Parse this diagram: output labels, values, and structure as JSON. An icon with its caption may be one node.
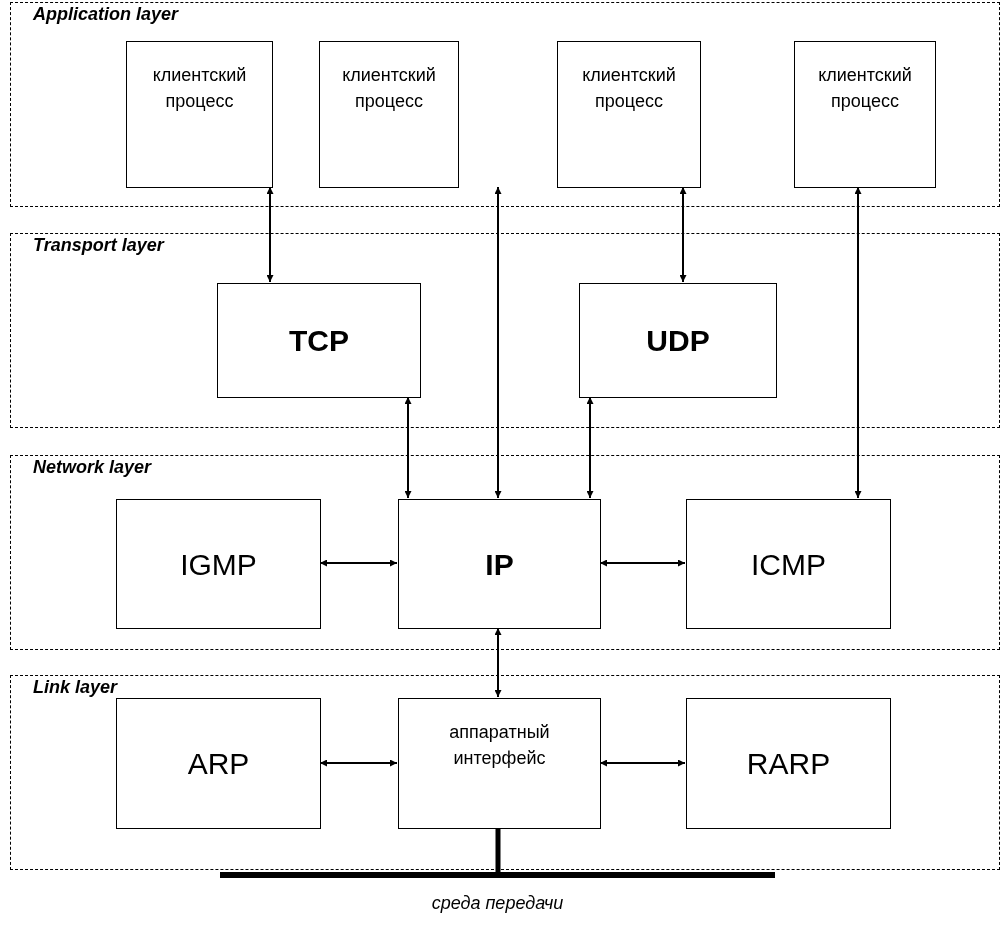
{
  "diagram": {
    "nodes": [
      {
        "text": [
          "Application layer"
        ]
      },
      {
        "text": [
          "клиентский процесс"
        ],
        "in": 0
      },
      {
        "text": [
          "клиентский процесс"
        ],
        "in": 0
      },
      {
        "text": [
          "клиентский процесс"
        ],
        "in": 0
      },
      {
        "text": [
          "клиентский процесс"
        ],
        "in": 0
      },
      {
        "text": [
          "Transport layer"
        ]
      },
      {
        "text": [
          "TCP"
        ],
        "in": 5
      },
      {
        "text": [
          "UDP"
        ],
        "in": 5
      },
      {
        "text": [
          "Network layer"
        ]
      },
      {
        "text": [
          "IGMP"
        ],
        "in": 8
      },
      {
        "text": [
          "IP"
        ],
        "in": 8
      },
      {
        "text": [
          "ICMP"
        ],
        "in": 8
      },
      {
        "text": [
          "Link layer"
        ]
      },
      {
        "text": [
          "ARP"
        ],
        "in": 12
      },
      {
        "text": [
          "аппаратный интерфейс"
        ],
        "in": 12
      },
      {
        "text": [
          "RARP"
        ],
        "in": 12
      },
      {
        "text": [],
        "shape": "bar",
        "beside": [
          "среда передачи"
        ]
      }
    ],
    "edges": [
      {
        "from": 1,
        "to": 6,
        "arrow": "both"
      },
      {
        "from": 2,
        "to": 10,
        "arrow": "both"
      },
      {
        "from": 3,
        "to": 7,
        "arrow": "both"
      },
      {
        "from": 4,
        "to": 11,
        "arrow": "both"
      },
      {
        "from": 6,
        "to": 10,
        "arrow": "both"
      },
      {
        "from": 7,
        "to": 10,
        "arrow": "both"
      },
      {
        "from": 9,
        "to": 10,
        "arrow": "both"
      },
      {
        "from": 10,
        "to": 11,
        "arrow": "both"
      },
      {
        "from": 10,
        "to": 14,
        "arrow": "both"
      },
      {
        "from": 13,
        "to": 14,
        "arrow": "both"
      },
      {
        "from": 14,
        "to": 15,
        "arrow": "both"
      },
      {
        "from": 14,
        "to": 16,
        "arrow": "none",
        "style": "thick"
      }
    ]
  }
}
